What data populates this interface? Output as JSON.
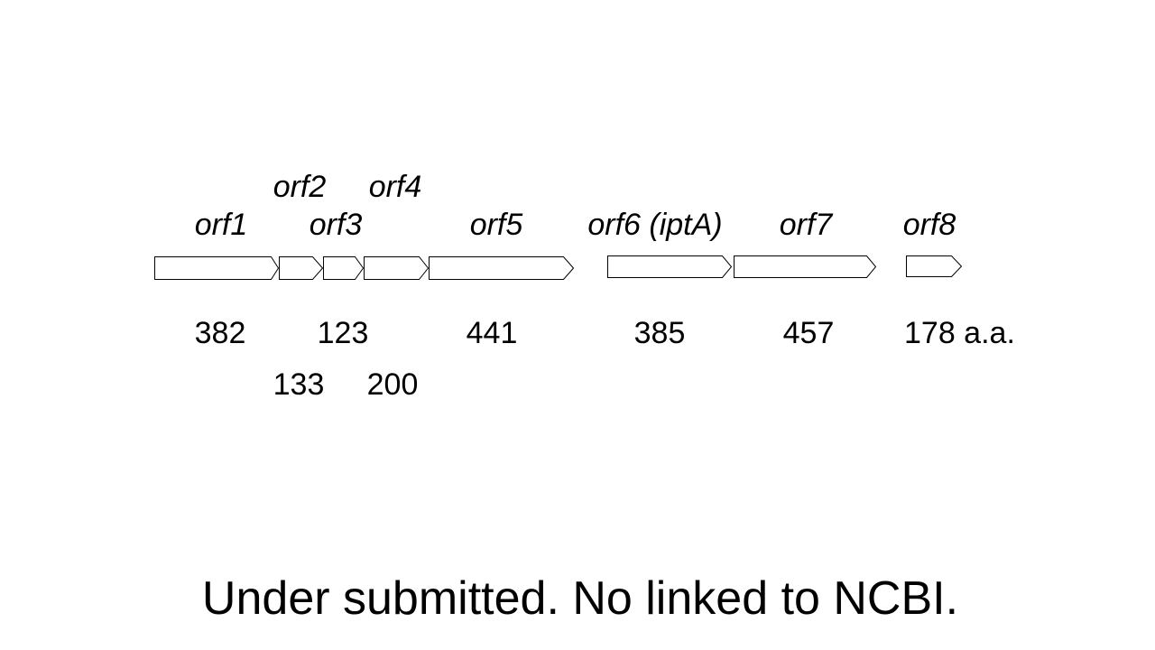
{
  "genes": [
    {
      "name": "orf1",
      "length": "382"
    },
    {
      "name": "orf2",
      "length": "133"
    },
    {
      "name": "orf3",
      "length": "123"
    },
    {
      "name": "orf4",
      "length": "200"
    },
    {
      "name": "orf5",
      "length": "441"
    },
    {
      "name": "orf6 (iptA)",
      "length": "385"
    },
    {
      "name": "orf7",
      "length": "457"
    },
    {
      "name": "orf8",
      "length": "178 a.a."
    }
  ],
  "caption": "Under submitted. No linked to NCBI."
}
